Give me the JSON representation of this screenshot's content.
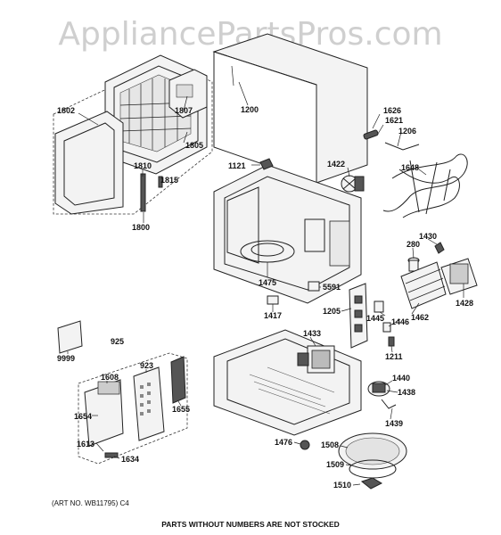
{
  "watermark": "AppliancePartsPros.com",
  "art_number": "(ART NO. WB11795) C4",
  "footer_note": "PARTS WITHOUT NUMBERS ARE NOT STOCKED",
  "labels": {
    "p1200": "1200",
    "p1802": "1802",
    "p1807": "1807",
    "p1805": "1805",
    "p1810": "1810",
    "p1815": "1815",
    "p1800": "1800",
    "p1626": "1626",
    "p1621": "1621",
    "p1206": "1206",
    "p1648": "1648",
    "p1121": "1121",
    "p1422": "1422",
    "p1430": "1430",
    "p280": "280",
    "p1475": "1475",
    "p5591": "5591",
    "p1428": "1428",
    "p1417": "1417",
    "p1205": "1205",
    "p1445": "1445",
    "p1446": "1446",
    "p1462": "1462",
    "p9999": "9999",
    "p925": "925",
    "p1433": "1433",
    "p1211": "1211",
    "p1608": "1608",
    "p923": "923",
    "p1655": "1655",
    "p1440": "1440",
    "p1438": "1438",
    "p1654": "1654",
    "p1439": "1439",
    "p1476": "1476",
    "p1508": "1508",
    "p1613": "1613",
    "p1634": "1634",
    "p1509": "1509",
    "p1510": "1510"
  }
}
